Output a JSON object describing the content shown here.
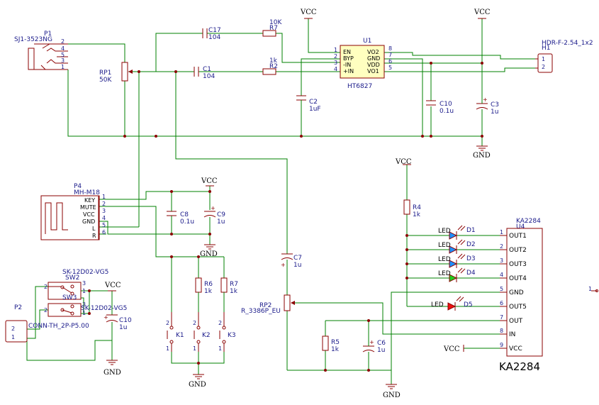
{
  "power": {
    "vcc": "VCC",
    "gnd": "GND"
  },
  "p1": {
    "ref": "P1",
    "part": "SJ1-3523NG",
    "pins": [
      "2",
      "4",
      "5",
      "3",
      "1"
    ]
  },
  "rp1": {
    "ref": "RP1",
    "value": "50K"
  },
  "c17": {
    "ref": "C17",
    "value": "104"
  },
  "c1": {
    "ref": "C1",
    "value": "104"
  },
  "r7a": {
    "ref": "R7",
    "value": "10K"
  },
  "r2": {
    "ref": "R2",
    "value": "1k"
  },
  "u1": {
    "ref": "U1",
    "part": "HT6827",
    "left_pins": [
      {
        "num": "1",
        "name": "EN"
      },
      {
        "num": "2",
        "name": "BYP"
      },
      {
        "num": "3",
        "name": "-IN"
      },
      {
        "num": "4",
        "name": "+IN"
      }
    ],
    "right_pins": [
      {
        "num": "8",
        "name": "VO2"
      },
      {
        "num": "7",
        "name": "GND"
      },
      {
        "num": "6",
        "name": "VDD"
      },
      {
        "num": "5",
        "name": "VO1"
      }
    ]
  },
  "c2": {
    "ref": "C2",
    "value": "1uF"
  },
  "c10a": {
    "ref": "C10",
    "value": "0.1u"
  },
  "c3": {
    "ref": "C3",
    "value": "1u"
  },
  "h1": {
    "ref": "H1",
    "part": "HDR-F-2.54_1x2",
    "pins": [
      "1",
      "2"
    ]
  },
  "p4": {
    "ref": "P4",
    "part": "MH-M18",
    "pins": [
      {
        "num": "1",
        "name": "KEY"
      },
      {
        "num": "2",
        "name": "MUTE"
      },
      {
        "num": "3",
        "name": "VCC"
      },
      {
        "num": "4",
        "name": "GND"
      },
      {
        "num": "5",
        "name": "L"
      },
      {
        "num": "6",
        "name": "R"
      }
    ]
  },
  "c8": {
    "ref": "C8",
    "value": "0.1u"
  },
  "c9": {
    "ref": "C9",
    "value": "1u"
  },
  "c7": {
    "ref": "C7",
    "value": "1u"
  },
  "r6": {
    "ref": "R6",
    "value": "1k"
  },
  "r7b": {
    "ref": "R7",
    "value": "1k"
  },
  "k1": {
    "ref": "K1"
  },
  "k2": {
    "ref": "K2"
  },
  "k3": {
    "ref": "K3"
  },
  "switch_pins": {
    "one": "1",
    "two": "2"
  },
  "sw2": {
    "ref": "SW2",
    "part": "SK-12D02-VG5",
    "pins": [
      "2",
      "3",
      "1"
    ]
  },
  "sw3": {
    "ref": "SW3",
    "part": "SK-12D02-VG5",
    "pins": [
      "2",
      "3",
      "1"
    ]
  },
  "p2": {
    "ref": "P2",
    "part": "CONN-TH_2P-P5.00",
    "pins": [
      "2",
      "1"
    ]
  },
  "c10b": {
    "ref": "C10",
    "value": "1u"
  },
  "rp2": {
    "ref": "RP2",
    "part": "R_3386P_EU"
  },
  "r4": {
    "ref": "R4",
    "value": "1k"
  },
  "r5": {
    "ref": "R5",
    "value": "1k"
  },
  "c6": {
    "ref": "C6",
    "value": "1u"
  },
  "leds": [
    {
      "ref": "D1",
      "label": "LED",
      "color": "#1e90ff"
    },
    {
      "ref": "D2",
      "label": "LED",
      "color": "#1e90ff"
    },
    {
      "ref": "D3",
      "label": "LED",
      "color": "#1e90ff"
    },
    {
      "ref": "D4",
      "label": "LED",
      "color": "#22cc22"
    },
    {
      "ref": "D5",
      "label": "LED",
      "color": "#ee1111"
    }
  ],
  "u4": {
    "ref": "U4",
    "part": "KA2284",
    "caption": "KA2284",
    "pins": [
      {
        "num": "1",
        "name": "OUT1"
      },
      {
        "num": "2",
        "name": "OUT2"
      },
      {
        "num": "3",
        "name": "OUT3"
      },
      {
        "num": "4",
        "name": "OUT4"
      },
      {
        "num": "5",
        "name": "GND"
      },
      {
        "num": "6",
        "name": "OUT5"
      },
      {
        "num": "7",
        "name": "OUT"
      },
      {
        "num": "8",
        "name": "IN"
      },
      {
        "num": "9",
        "name": "VCC"
      }
    ]
  },
  "stray_pin": "1"
}
